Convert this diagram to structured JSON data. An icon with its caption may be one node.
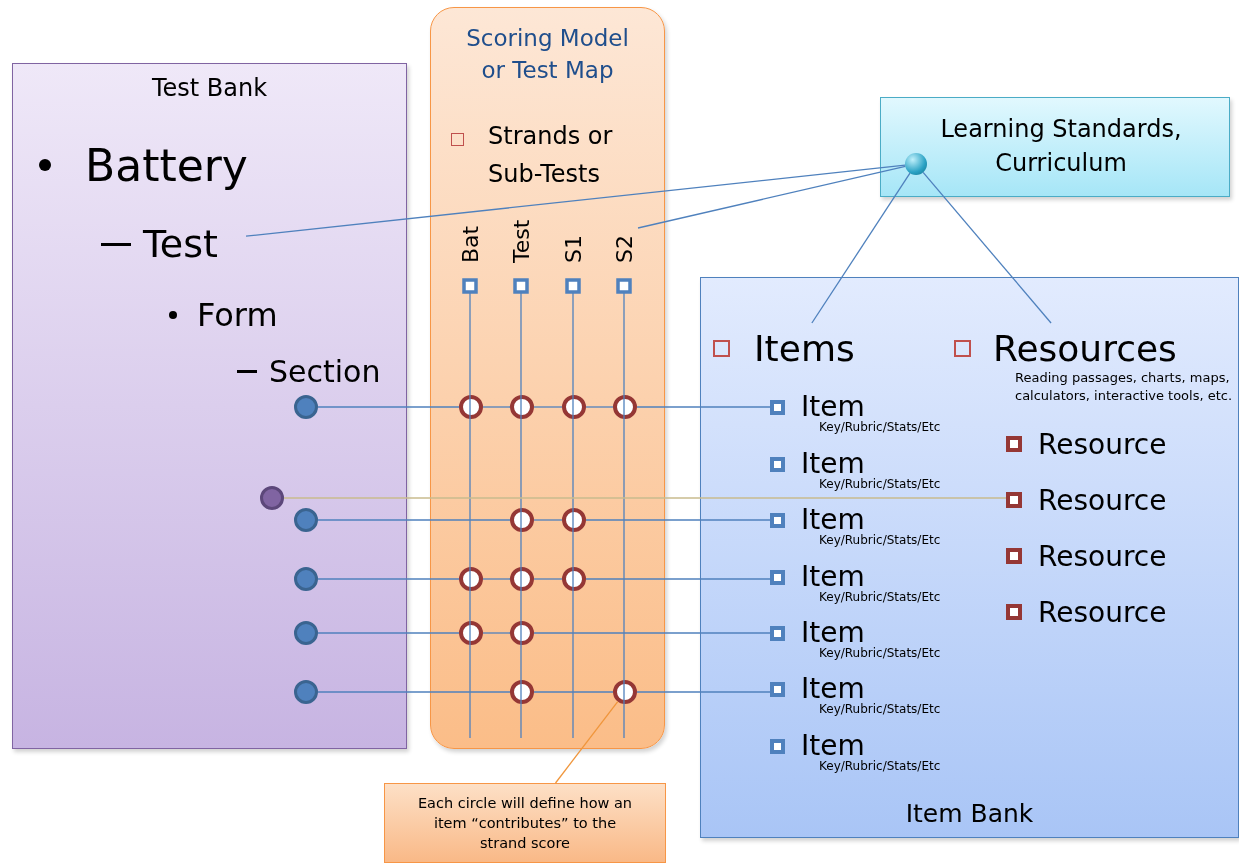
{
  "diagram": {
    "nodes": [
      {
        "text": [
          "Test Bank"
        ]
      },
      {
        "text": [
          "Battery"
        ],
        "in": 0
      },
      {
        "text": [
          "Test"
        ],
        "in": 0
      },
      {
        "text": [
          "Form"
        ],
        "in": 0
      },
      {
        "text": [
          "Section"
        ],
        "in": 0
      },
      {
        "text": [
          "Scoring Model or Test Map"
        ]
      },
      {
        "text": [
          "Strands or Sub-Tests"
        ],
        "in": 5
      },
      {
        "text": [
          "Bat"
        ],
        "in": 5
      },
      {
        "text": [
          "Test"
        ],
        "in": 5
      },
      {
        "text": [
          "S1"
        ],
        "in": 5
      },
      {
        "text": [
          "S2"
        ],
        "in": 5
      },
      {
        "text": [
          "Learning Standards, Curriculum"
        ]
      },
      {
        "text": [],
        "shape": "circle",
        "in": 11
      },
      {
        "text": [
          "Item Bank"
        ]
      },
      {
        "text": [
          "Items"
        ],
        "in": 13
      },
      {
        "text": [
          "Resources",
          "Reading passages, charts, maps, calculators, interactive tools, etc."
        ],
        "in": 13
      },
      {
        "text": [
          "Item",
          "Key/Rubric/Stats/Etc"
        ],
        "in": 13
      },
      {
        "text": [
          "Item",
          "Key/Rubric/Stats/Etc"
        ],
        "in": 13
      },
      {
        "text": [
          "Item",
          "Key/Rubric/Stats/Etc"
        ],
        "in": 13
      },
      {
        "text": [
          "Item",
          "Key/Rubric/Stats/Etc"
        ],
        "in": 13
      },
      {
        "text": [
          "Item",
          "Key/Rubric/Stats/Etc"
        ],
        "in": 13
      },
      {
        "text": [
          "Item",
          "Key/Rubric/Stats/Etc"
        ],
        "in": 13
      },
      {
        "text": [
          "Item",
          "Key/Rubric/Stats/Etc"
        ],
        "in": 13
      },
      {
        "text": [
          "Resource"
        ],
        "in": 13
      },
      {
        "text": [
          "Resource"
        ],
        "in": 13
      },
      {
        "text": [
          "Resource"
        ],
        "in": 13
      },
      {
        "text": [
          "Resource"
        ],
        "in": 13
      },
      {
        "text": [],
        "shape": "circle",
        "in": 0
      },
      {
        "text": [],
        "shape": "circle",
        "in": 0
      },
      {
        "text": [],
        "shape": "circle",
        "in": 0
      },
      {
        "text": [],
        "shape": "circle",
        "in": 0
      },
      {
        "text": [],
        "shape": "circle",
        "in": 0
      },
      {
        "text": [],
        "shape": "circle",
        "in": 0
      },
      {
        "text": [],
        "shape": "circle",
        "in": 5
      },
      {
        "text": [],
        "shape": "circle",
        "in": 5
      },
      {
        "text": [],
        "shape": "circle",
        "in": 5
      },
      {
        "text": [],
        "shape": "circle",
        "in": 5
      },
      {
        "text": [],
        "shape": "circle",
        "in": 5
      },
      {
        "text": [],
        "shape": "circle",
        "in": 5
      },
      {
        "text": [],
        "shape": "circle",
        "in": 5
      },
      {
        "text": [],
        "shape": "circle",
        "in": 5
      },
      {
        "text": [],
        "shape": "circle",
        "in": 5
      },
      {
        "text": [],
        "shape": "circle",
        "in": 5
      },
      {
        "text": [],
        "shape": "circle",
        "in": 5
      },
      {
        "text": [],
        "shape": "circle",
        "in": 5
      },
      {
        "text": [],
        "shape": "circle",
        "in": 5
      },
      {
        "text": [
          "Each circle  will define how an item “contributes” to the strand score"
        ]
      }
    ],
    "edges": [
      {
        "from": 2,
        "to": 12,
        "arrow": "none"
      },
      {
        "from": 10,
        "to": 12,
        "arrow": "none"
      },
      {
        "from": 12,
        "to": 14,
        "arrow": "none"
      },
      {
        "from": 12,
        "to": 15,
        "arrow": "none"
      },
      {
        "from": 27,
        "to": 33,
        "arrow": "none"
      },
      {
        "from": 33,
        "to": 34,
        "arrow": "none"
      },
      {
        "from": 34,
        "to": 35,
        "arrow": "none"
      },
      {
        "from": 35,
        "to": 36,
        "arrow": "none"
      },
      {
        "from": 36,
        "to": 16,
        "arrow": "none"
      },
      {
        "from": 28,
        "to": 24,
        "arrow": "none",
        "color": "#c8bb8e"
      },
      {
        "from": 29,
        "to": 37,
        "arrow": "none"
      },
      {
        "from": 37,
        "to": 38,
        "arrow": "none"
      },
      {
        "from": 38,
        "to": 18,
        "arrow": "none"
      },
      {
        "from": 30,
        "to": 39,
        "arrow": "none"
      },
      {
        "from": 39,
        "to": 40,
        "arrow": "none"
      },
      {
        "from": 40,
        "to": 41,
        "arrow": "none"
      },
      {
        "from": 41,
        "to": 19,
        "arrow": "none"
      },
      {
        "from": 31,
        "to": 42,
        "arrow": "none"
      },
      {
        "from": 42,
        "to": 43,
        "arrow": "none"
      },
      {
        "from": 43,
        "to": 20,
        "arrow": "none"
      },
      {
        "from": 32,
        "to": 44,
        "arrow": "none"
      },
      {
        "from": 44,
        "to": 45,
        "arrow": "none"
      },
      {
        "from": 45,
        "to": 21,
        "arrow": "none"
      },
      {
        "from": 46,
        "to": 45,
        "arrow": "none",
        "color": "#f0963c"
      }
    ]
  }
}
